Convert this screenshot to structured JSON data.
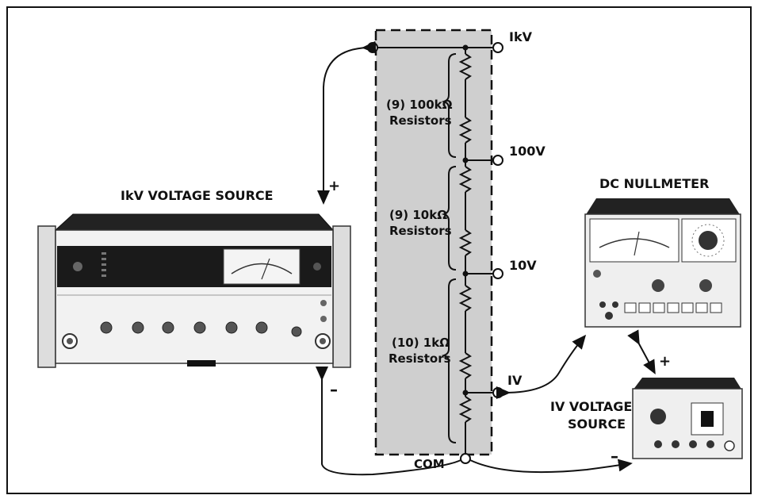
{
  "title_source": "IkV VOLTAGE SOURCE",
  "title_nullmeter": "DC NULLMETER",
  "title_1v_line1": "IV VOLTAGE",
  "title_1v_line2": "SOURCE",
  "taps": {
    "t1kv": "IkV",
    "t100v": "100V",
    "t10v": "10V",
    "t1v": "IV",
    "com": "COM"
  },
  "resistors": {
    "g1_l1": "(9) 100kΩ",
    "g1_l2": "Resistors",
    "g2_l1": "(9) 10kΩ",
    "g2_l2": "Resistors",
    "g3_l1": "(10) 1kΩ",
    "g3_l2": "Resistors"
  },
  "polarity": {
    "src_plus": "+",
    "src_minus": "–",
    "null_plus": "+",
    "v1_minus": "–"
  },
  "colors": {
    "divider_fill": "#cfcfcf",
    "panel_dark": "#1a1a1a",
    "panel_light": "#ededed"
  }
}
